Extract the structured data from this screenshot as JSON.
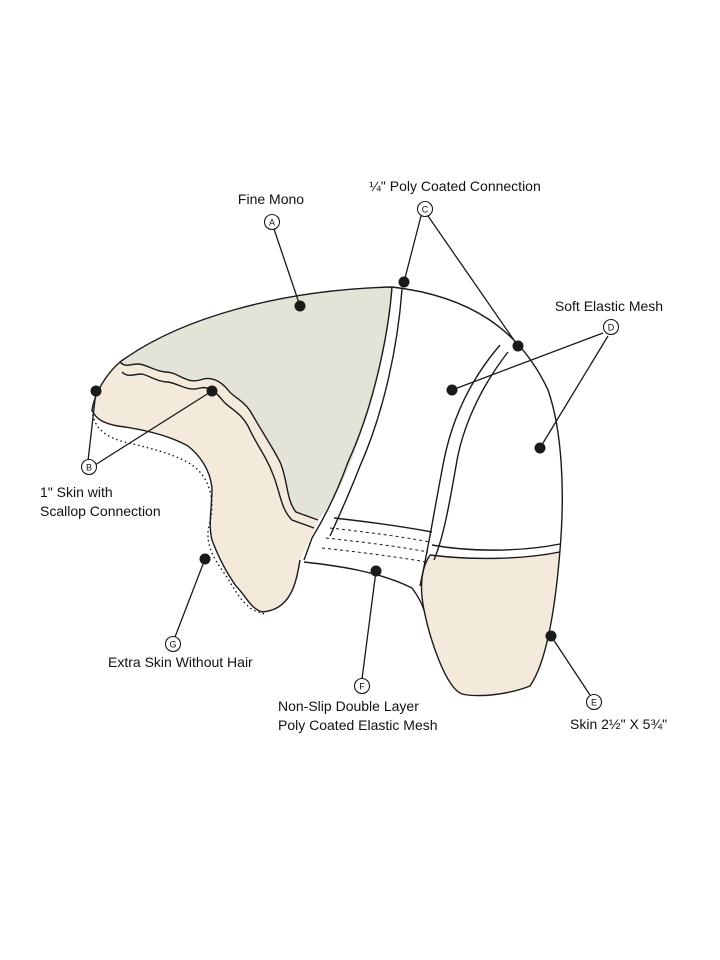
{
  "diagram": {
    "colors": {
      "fine_mono": "#e3e4d7",
      "skin": "#f3eadb",
      "mesh": "#ffffff",
      "outline": "#1a1a1a"
    },
    "labels": {
      "A": {
        "letter": "A",
        "lines": [
          "Fine Mono"
        ]
      },
      "B": {
        "letter": "B",
        "lines": [
          "1\" Skin with",
          "Scallop Connection"
        ]
      },
      "C": {
        "letter": "C",
        "lines": [
          "¼\" Poly Coated Connection"
        ]
      },
      "D": {
        "letter": "D",
        "lines": [
          "Soft Elastic Mesh"
        ]
      },
      "E": {
        "letter": "E",
        "lines": [
          "Skin 2½\" X 5¾\""
        ]
      },
      "F": {
        "letter": "F",
        "lines": [
          "Non-Slip Double Layer",
          "Poly Coated Elastic Mesh"
        ]
      },
      "G": {
        "letter": "G",
        "lines": [
          "Extra Skin Without Hair"
        ]
      }
    }
  }
}
